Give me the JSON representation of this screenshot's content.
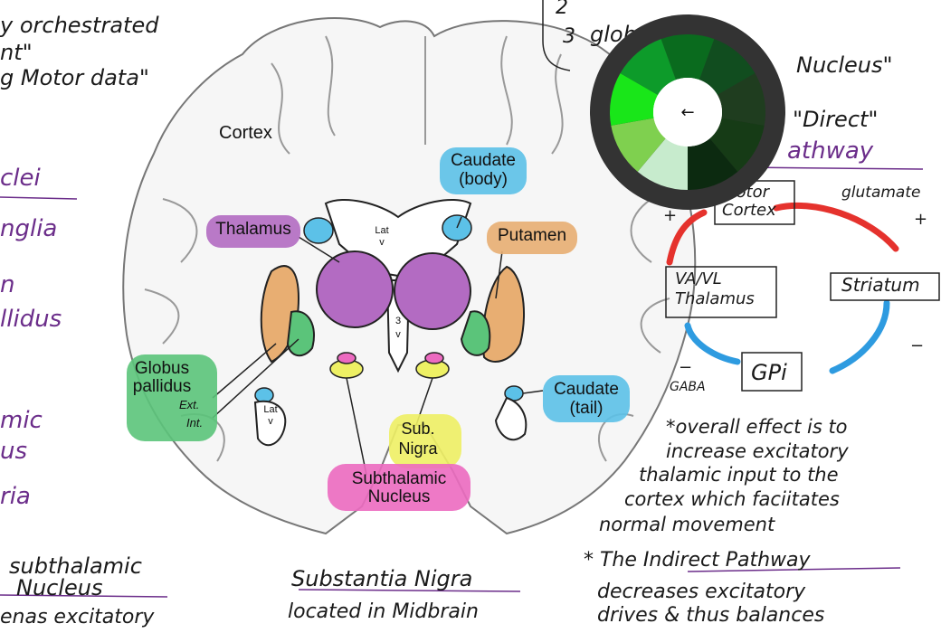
{
  "notes_left": {
    "l1": "y orchestrated",
    "l2": "nt\"",
    "l3": "g Motor data\"",
    "l4": "clei",
    "l5": "nglia",
    "l6": "n",
    "l7": "llidus",
    "l8": "mic",
    "l9": "us",
    "l10": "ria"
  },
  "notes_bottom": {
    "b1": "subthalamic",
    "b2": "Nucleus",
    "b3": "enas excitatory",
    "b4": "Substantia Nigra",
    "b5": "located in Midbrain",
    "b6": "* The Indirect Pathway",
    "b7": "decreases excitatory",
    "b8": "drives & thus balances"
  },
  "notes_right": {
    "list2": "2",
    "list3": "3",
    "r1": "glob_ lidus",
    "r2": "Nucleus\"",
    "r3": "\"Direct\"",
    "r4": "athway",
    "motor_cortex": "Motor\nCortex",
    "glutamate": "glutamate",
    "plus_left": "+",
    "plus_right": "+",
    "striatum": "Striatum",
    "minus_right": "−",
    "gpi": "GPi",
    "minus_left": "−",
    "gaba": "GABA",
    "vavl": "VA/VL\nThalamus",
    "e1": "*overall effect is to",
    "e2": "increase excitatory",
    "e3": "thalamic input to the",
    "e4": "cortex which faciitates",
    "e5": "normal movement"
  },
  "diagram": {
    "cortex": "Cortex",
    "caudate_body_1": "Caudate",
    "caudate_body_2": "(body)",
    "thalamus": "Thalamus",
    "lat_v_top_1": "Lat",
    "lat_v_top_2": "v",
    "putamen": "Putamen",
    "third_v_1": "3",
    "third_v_2": "v",
    "globus_1": "Globus",
    "globus_2": "pallidus",
    "ext": "Ext.",
    "int": "Int.",
    "lat_v_low_1": "Lat",
    "lat_v_low_2": "v",
    "caudate_tail_1": "Caudate",
    "caudate_tail_2": "(tail)",
    "sub_nigra_1": "Sub.",
    "sub_nigra_2": "Nigra",
    "subthalamic_1": "Subthalamic",
    "subthalamic_2": "Nucleus"
  },
  "color_wheel": {
    "back_label": "←",
    "swatches": [
      "#0a6b1e",
      "#114d1f",
      "#1f3d1f",
      "#163b16",
      "#0c2a10",
      "#c7ebcd",
      "#7fd04f",
      "#19e619",
      "#0d9b2a"
    ],
    "ring_color": "#333333"
  },
  "colors": {
    "ink": "#1a1a1a",
    "purple_ink": "#6b2d8a",
    "red_arrow": "#e5322d",
    "blue_arrow": "#2e9be0",
    "thalamus": "#b36bc2",
    "caudate": "#5cc1e8",
    "putamen": "#e8ae72",
    "globus": "#5bc47a",
    "nigra": "#eef064",
    "subthalamic": "#ec6ac0"
  }
}
